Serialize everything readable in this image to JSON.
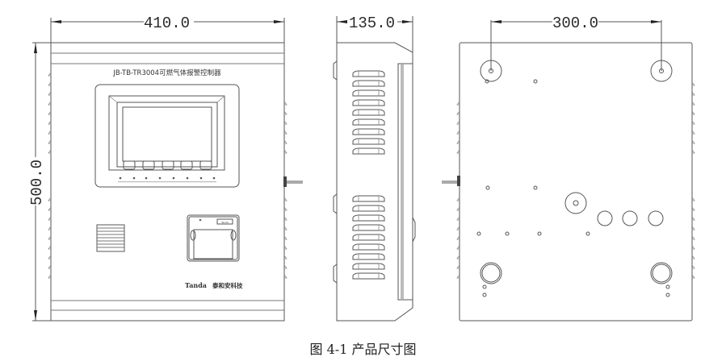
{
  "figure": {
    "caption": "图 4-1  产品尺寸图"
  },
  "front_view": {
    "width_dimension": "410.0",
    "height_dimension": "500.0",
    "model_label": "JB-TB-TR3004可燃气体报警控制器",
    "buttons_count": 5,
    "indicators_count": 8,
    "printer_badge": "Tanda",
    "brand_latin": "Tanda",
    "brand_chinese": "泰和安科技"
  },
  "side_view": {
    "depth_dimension": "135.0",
    "vent_slots_upper": 9,
    "vent_slots_lower": 9
  },
  "rear_view": {
    "mount_spacing_dimension": "300.0"
  },
  "colors": {
    "line": "#555555",
    "text": "#2a2a2a",
    "background": "#ffffff"
  }
}
